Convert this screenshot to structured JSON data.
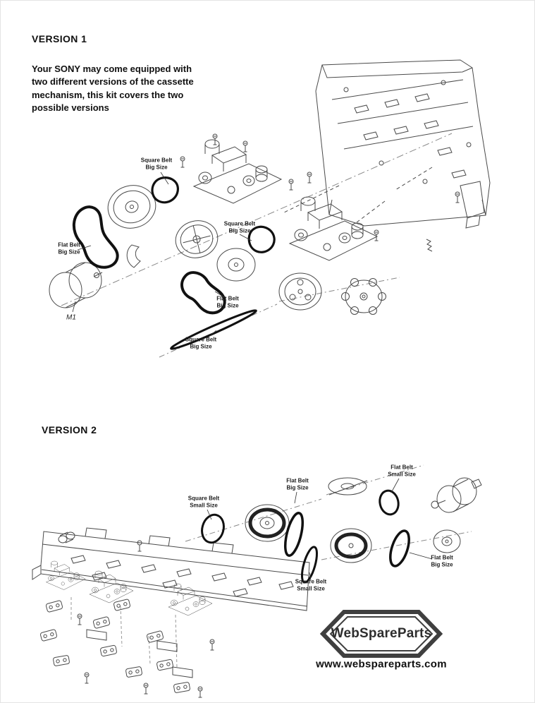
{
  "version1": {
    "heading": "VERSION 1",
    "description_lines": [
      "Your SONY may come equipped with",
      "two different versions of the cassette",
      "mechanism, this kit covers the two",
      "possible versions"
    ],
    "motor_label": "M1",
    "belt_labels": [
      {
        "name": "Square Belt",
        "size": "Big Size"
      },
      {
        "name": "Flat Belt",
        "size": "Big Size"
      },
      {
        "name": "Square Belt",
        "size": "Big Size"
      },
      {
        "name": "Flat Belt",
        "size": "Big Size"
      },
      {
        "name": "Square Belt",
        "size": "Big Size"
      }
    ]
  },
  "version2": {
    "heading": "VERSION 2",
    "belt_labels": [
      {
        "name": "Square Belt",
        "size": "Small Size"
      },
      {
        "name": "Flat Belt",
        "size": "Big Size"
      },
      {
        "name": "Flat Belt",
        "size": "Small Size"
      },
      {
        "name": "Flat Belt",
        "size": "Big Size"
      },
      {
        "name": "Square Belt",
        "size": "Small Size"
      }
    ]
  },
  "footer": {
    "brand": "WebSpareParts",
    "website": "www.webspareparts.com"
  },
  "colors": {
    "line": "#4a4a4a",
    "belt": "#111111",
    "text": "#101010"
  }
}
